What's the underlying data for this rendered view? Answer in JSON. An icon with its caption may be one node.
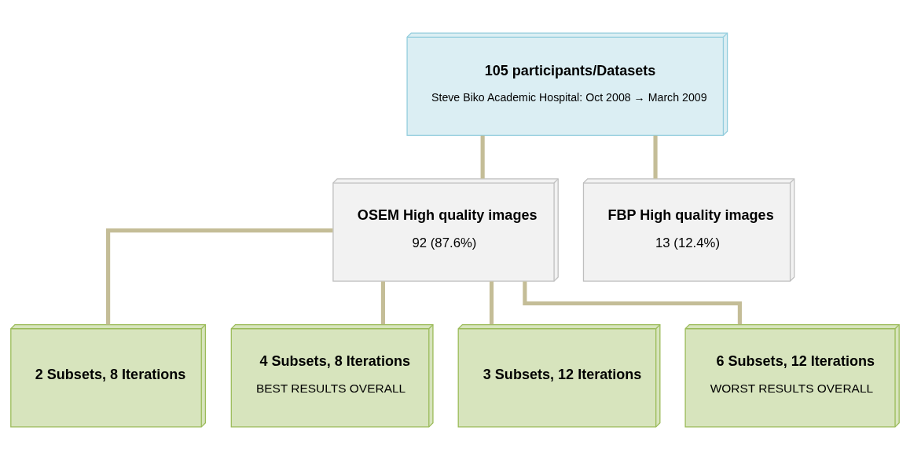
{
  "diagram": {
    "nodes": [
      {
        "text": [
          "105 participants/Datasets",
          "Steve Biko Academic Hospital: Oct 2008 → March 2009"
        ]
      },
      {
        "text": [
          "OSEM High quality images",
          "92 (87.6%)"
        ]
      },
      {
        "text": [
          "FBP High quality images",
          "13 (12.4%)"
        ]
      },
      {
        "text": [
          "2 Subsets, 8 Iterations"
        ]
      },
      {
        "text": [
          "4 Subsets, 8 Iterations",
          "BEST RESULTS OVERALL"
        ]
      },
      {
        "text": [
          "3 Subsets, 12 Iterations"
        ]
      },
      {
        "text": [
          "6 Subsets, 12 Iterations",
          "WORST RESULTS OVERALL"
        ]
      }
    ],
    "edges": [
      {
        "from": 0,
        "to": 1,
        "arrow": "none"
      },
      {
        "from": 0,
        "to": 2,
        "arrow": "none"
      },
      {
        "from": 1,
        "to": 3,
        "arrow": "none"
      },
      {
        "from": 1,
        "to": 4,
        "arrow": "none"
      },
      {
        "from": 1,
        "to": 5,
        "arrow": "none"
      },
      {
        "from": 1,
        "to": 6,
        "arrow": "none"
      }
    ]
  }
}
